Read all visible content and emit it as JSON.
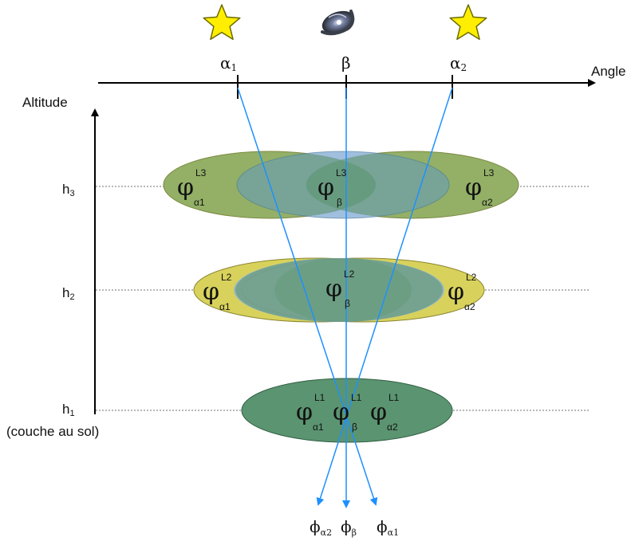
{
  "axes": {
    "angle_label": "Angle",
    "altitude_label": "Altitude",
    "ground_layer_label": "(couche au sol)"
  },
  "sources": [
    {
      "symbol": "α",
      "subscript": "1",
      "type": "star-icon",
      "color": "#ffee00"
    },
    {
      "symbol": "β",
      "subscript": "",
      "type": "galaxy-icon",
      "color": "#5a6780"
    },
    {
      "symbol": "α",
      "subscript": "2",
      "type": "star-icon",
      "color": "#ffee00"
    }
  ],
  "altitudes": [
    {
      "symbol": "h",
      "subscript": "3"
    },
    {
      "symbol": "h",
      "subscript": "2"
    },
    {
      "symbol": "h",
      "subscript": "1"
    }
  ],
  "layers": [
    {
      "layer": "L3",
      "phases": [
        {
          "symbol": "φ",
          "sup": "L3",
          "sub": "α1"
        },
        {
          "symbol": "φ",
          "sup": "L3",
          "sub": "β"
        },
        {
          "symbol": "φ",
          "sup": "L3",
          "sub": "α2"
        }
      ]
    },
    {
      "layer": "L2",
      "phases": [
        {
          "symbol": "φ",
          "sup": "L2",
          "sub": "α1"
        },
        {
          "symbol": "φ",
          "sup": "L2",
          "sub": "β"
        },
        {
          "symbol": "φ",
          "sup": "L2",
          "sub": "α2"
        }
      ]
    },
    {
      "layer": "L1",
      "phases": [
        {
          "symbol": "φ",
          "sup": "L1",
          "sub": "α1"
        },
        {
          "symbol": "φ",
          "sup": "L1",
          "sub": "β"
        },
        {
          "symbol": "φ",
          "sup": "L1",
          "sub": "α2"
        }
      ]
    }
  ],
  "measured_phases": [
    {
      "symbol": "ϕ",
      "sub": "α2"
    },
    {
      "symbol": "ϕ",
      "sub": "β"
    },
    {
      "symbol": "ϕ",
      "sub": "α1"
    }
  ],
  "colors": {
    "star_fill": "#ffee00",
    "star_stroke": "#6b6b00",
    "yellow_ellipse": "#d8d25c",
    "green_ellipse": "#5b9470",
    "blue_ellipse": "#8fb4d8",
    "ray": "#1e90ff",
    "axis": "#000000"
  }
}
